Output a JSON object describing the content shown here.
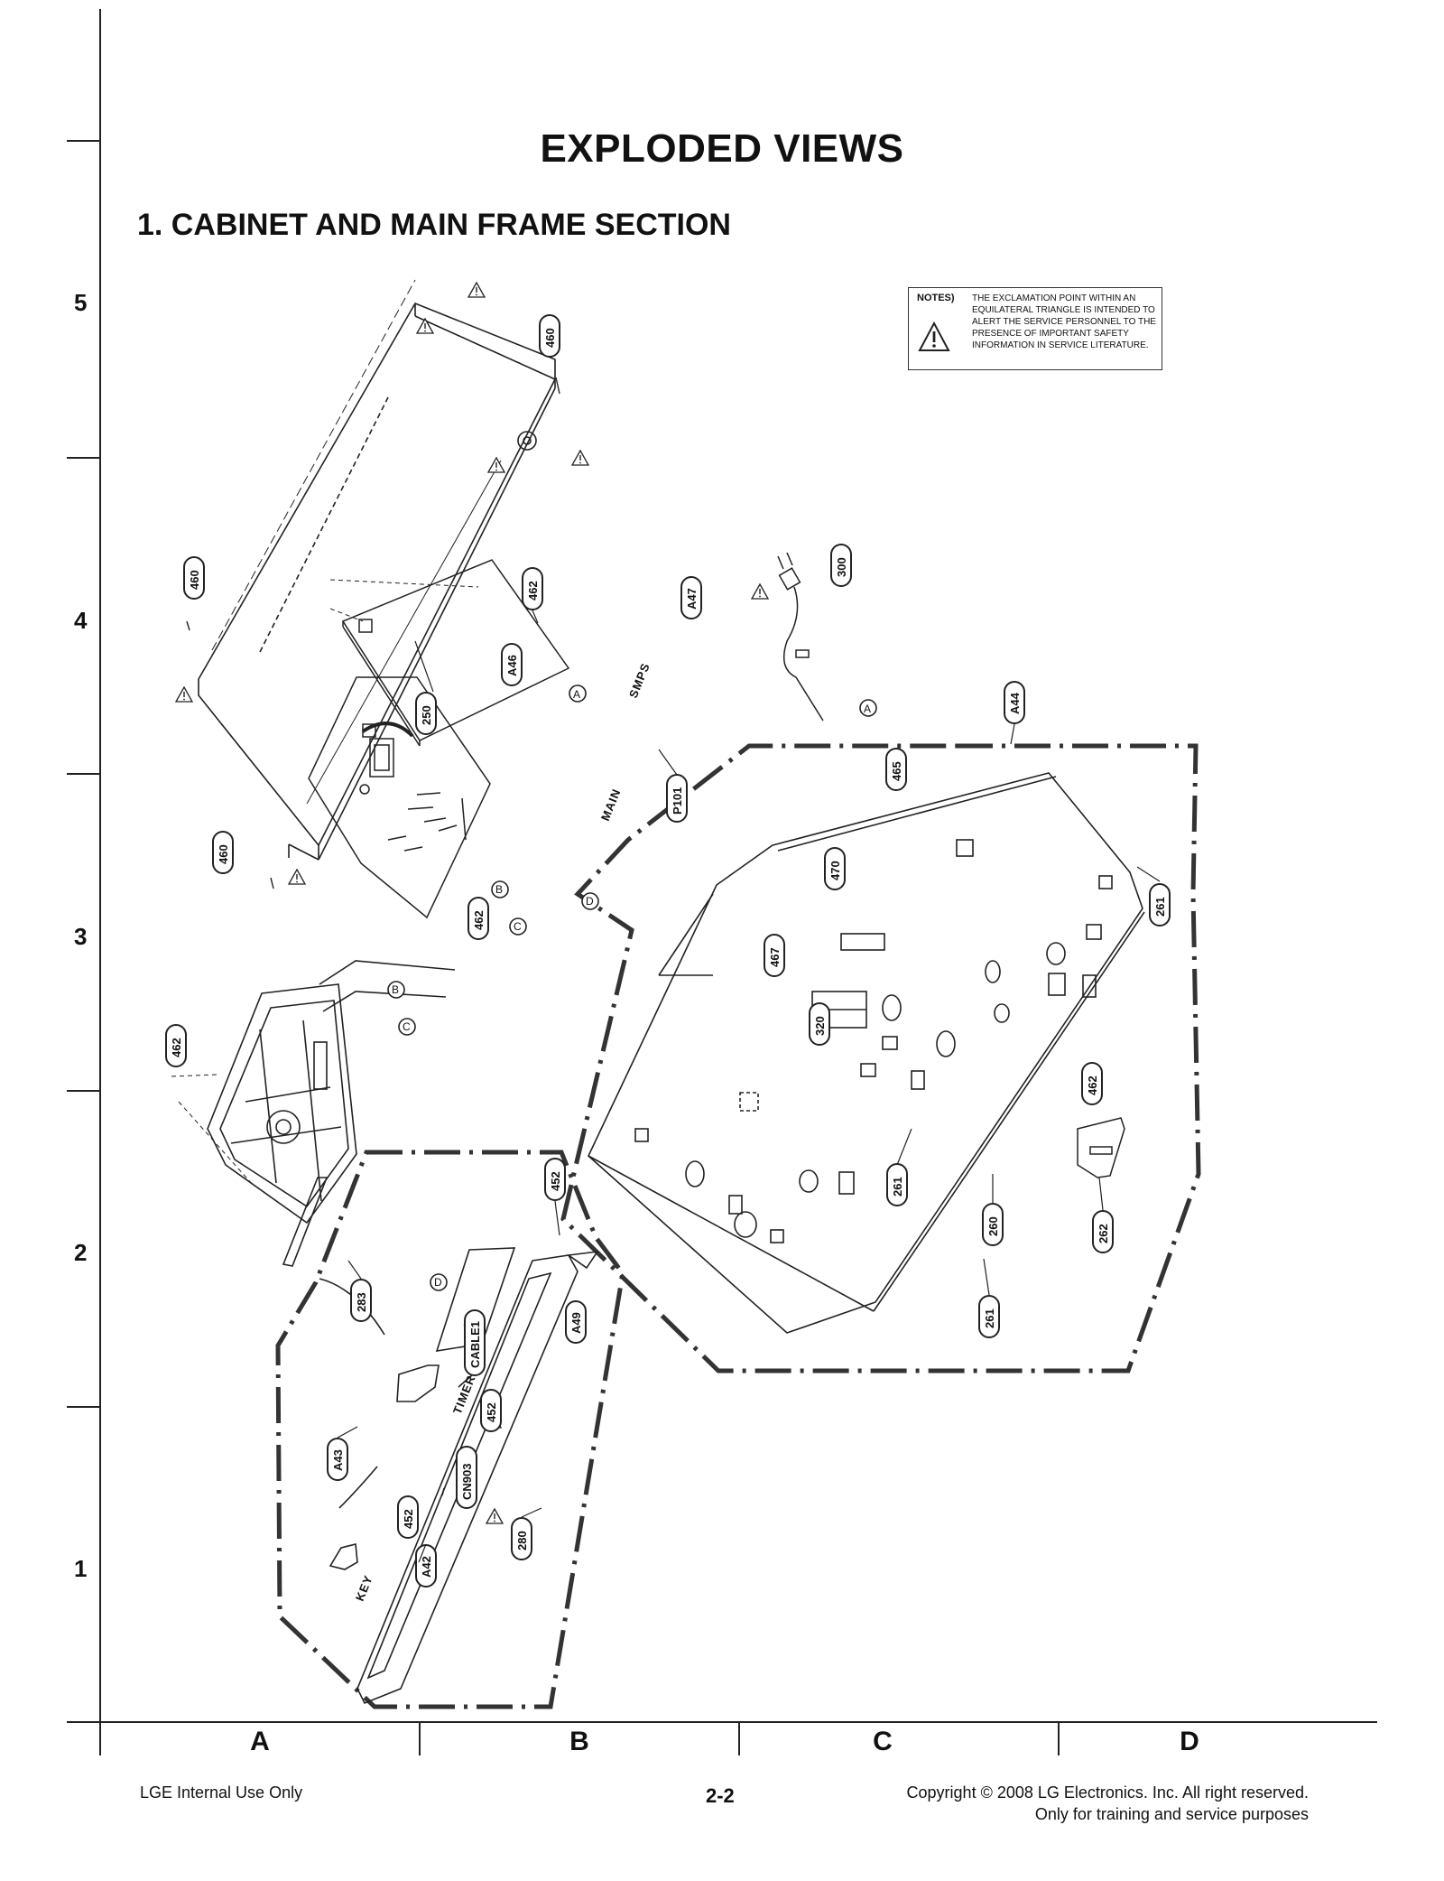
{
  "title": "EXPLODED VIEWS",
  "section": "1. CABINET AND MAIN FRAME SECTION",
  "notes": {
    "label": "NOTES)",
    "text": "THE EXCLAMATION POINT WITHIN AN EQUILATERAL TRIANGLE IS INTENDED TO ALERT THE SERVICE PERSONNEL TO THE PRESENCE OF IMPORTANT SAFETY INFORMATION IN SERVICE LITERATURE."
  },
  "grid": {
    "rows": [
      "5",
      "4",
      "3",
      "2",
      "1"
    ],
    "columns": [
      "A",
      "B",
      "C",
      "D"
    ]
  },
  "parts": {
    "p460a": "460",
    "p460b": "460",
    "p460c": "460",
    "p250": "250",
    "p462a": "462",
    "p462b": "462",
    "p462c": "462",
    "p462d": "462",
    "pA47": "A47",
    "pA46": "A46",
    "pP101": "P101",
    "p300": "300",
    "pA44": "A44",
    "p465": "465",
    "p470": "470",
    "p467": "467",
    "p320": "320",
    "p261a": "261",
    "p261b": "261",
    "p261c": "261",
    "p262": "262",
    "p260": "260",
    "p283": "283",
    "p452a": "452",
    "p452b": "452",
    "p452c": "452",
    "pA49": "A49",
    "pCABLE1": "CABLE1",
    "pA43": "A43",
    "pCN903": "CN903",
    "pA42": "A42",
    "p280": "280"
  },
  "board_labels": {
    "smps": "SMPS",
    "main": "MAIN",
    "timer": "TIMER",
    "key": "KEY"
  },
  "connectors": {
    "a": "A",
    "b": "B",
    "c": "C",
    "d": "D"
  },
  "footer": {
    "left": "LGE Internal Use Only",
    "page": "2-2",
    "copyright": "Copyright © 2008 LG Electronics. Inc. All right reserved.",
    "purpose": "Only for training and service purposes"
  }
}
